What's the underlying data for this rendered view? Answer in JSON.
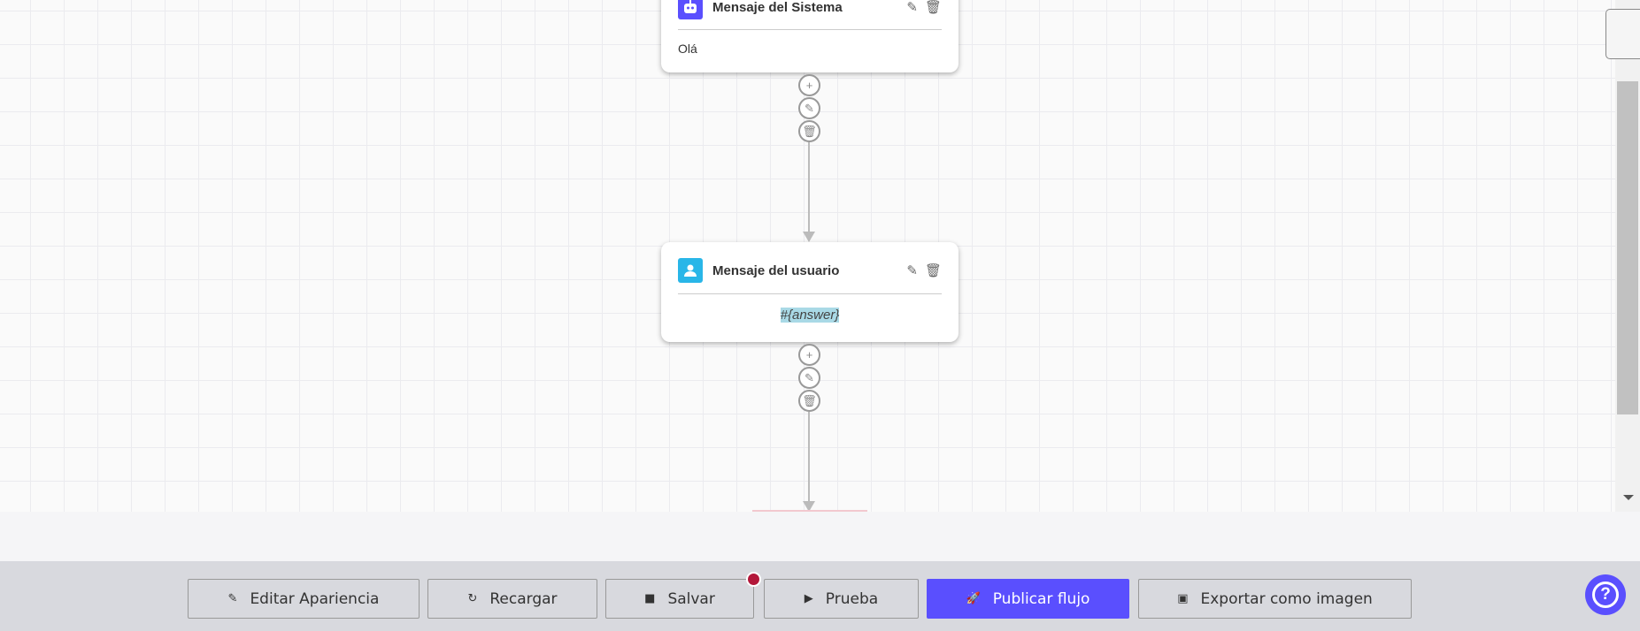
{
  "nodes": [
    {
      "title": "Mensaje del Sistema",
      "icon": "robot-icon",
      "color": "#5a4ffe",
      "text": "Olá"
    },
    {
      "title": "Mensaje del usuario",
      "icon": "user-icon",
      "color": "#29b6e8",
      "text": "#{answer}"
    }
  ],
  "toolbar": {
    "edit_appearance": "Editar Apariencia",
    "reload": "Recargar",
    "save": "Salvar",
    "test": "Prueba",
    "publish": "Publicar flujo",
    "export": "Exportar como imagen",
    "unsaved_indicator_color": "#b3173a",
    "accent": "#5a4ffe"
  },
  "help": {
    "label": "?"
  }
}
